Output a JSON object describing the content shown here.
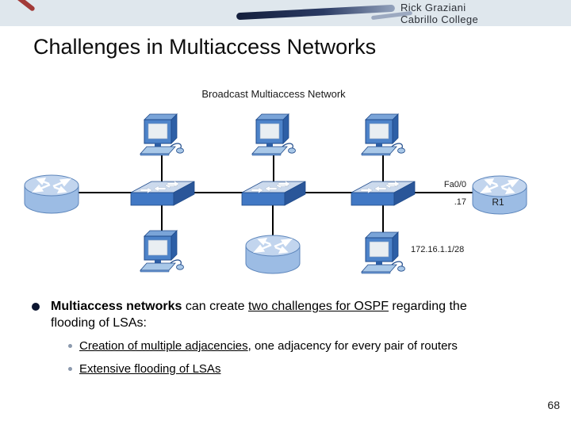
{
  "header": {
    "author_line1": "Rick Graziani",
    "author_line2": "Cabrillo College"
  },
  "title": "Challenges in Multiaccess Networks",
  "diagram": {
    "caption": "Broadcast Multiaccess Network",
    "labels": {
      "interface": "Fa0/0",
      "host_octet": ".17",
      "router_name": "R1",
      "network_address": "172.16.1.1/28"
    },
    "devices": {
      "top_row": [
        "pc",
        "pc",
        "pc"
      ],
      "middle_row": [
        "router",
        "switch",
        "switch",
        "switch",
        "router-R1"
      ],
      "bottom_row": [
        "pc",
        "router",
        "pc"
      ]
    }
  },
  "bullets": {
    "main": {
      "bold": "Multiaccess networks",
      "mid": " can create ",
      "underlined": "two challenges for OSPF",
      "tail": " regarding the",
      "line2": "flooding of LSAs:"
    },
    "sub": [
      {
        "underlined": "Creation of multiple adjacencies",
        "tail": ", one adjacency for every pair of routers"
      },
      {
        "underlined": "Extensive flooding of LSAs",
        "tail": ""
      }
    ]
  },
  "footer": {
    "page_number": "68"
  },
  "colors": {
    "device_front_blue": "#4178c4",
    "device_dark_blue": "#2a5699",
    "device_light_blue": "#a9c8e8",
    "router_body": "#9cbce4",
    "router_top": "#c2d5ee",
    "switch_top": "#ccdaed",
    "screen_gray": "#e9eef2",
    "line_black": "#000000",
    "banner_navy": "#233358",
    "banner_light": "#dfe7ed",
    "sub_bullet_gray": "#8b99ad"
  }
}
